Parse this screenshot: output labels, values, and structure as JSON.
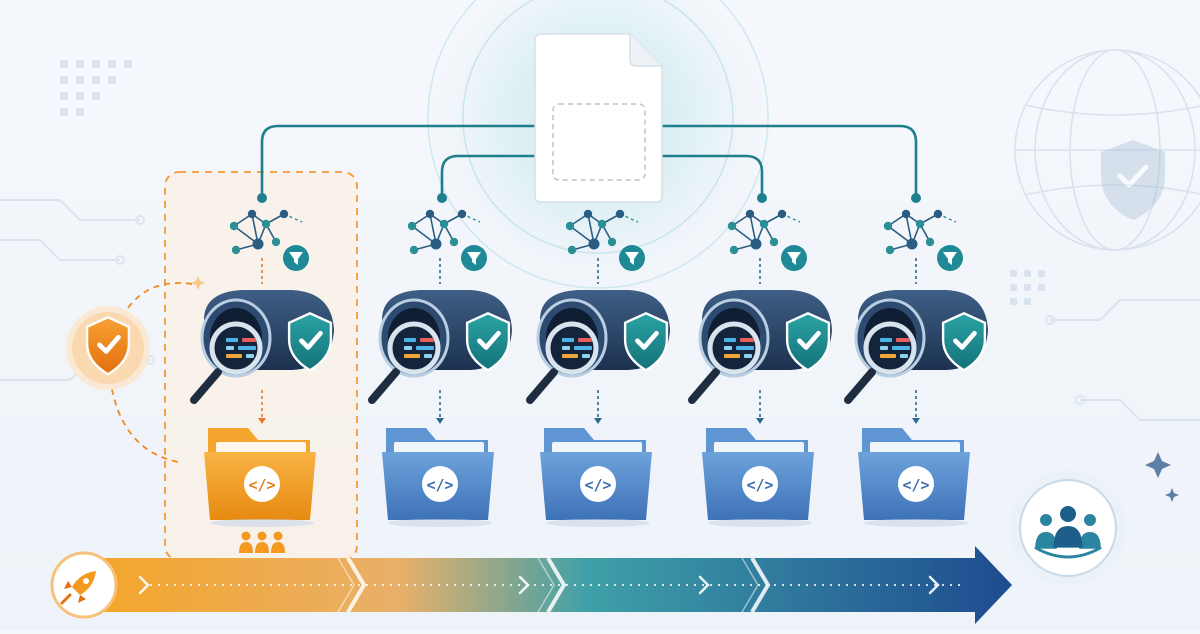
{
  "diagram": {
    "source_document": {
      "icon": "document-icon"
    },
    "pipelines": [
      {
        "id": 1,
        "variant": "highlighted",
        "network_icon": "network-nodes-icon",
        "filter_icon": "filter-icon",
        "scanner_icon": "scanner-magnifier-icon",
        "badge_icon": "shield-check-icon",
        "folder_icon": "code-folder-icon",
        "folder_glyph": "</>",
        "team_icon": "team-icon"
      },
      {
        "id": 2,
        "variant": "normal",
        "network_icon": "network-nodes-icon",
        "filter_icon": "filter-icon",
        "scanner_icon": "scanner-magnifier-icon",
        "badge_icon": "shield-check-icon",
        "folder_icon": "code-folder-icon",
        "folder_glyph": "</>"
      },
      {
        "id": 3,
        "variant": "normal",
        "network_icon": "network-nodes-icon",
        "filter_icon": "filter-icon",
        "scanner_icon": "scanner-magnifier-icon",
        "badge_icon": "shield-check-icon",
        "folder_icon": "code-folder-icon",
        "folder_glyph": "</>"
      },
      {
        "id": 4,
        "variant": "normal",
        "network_icon": "network-nodes-icon",
        "filter_icon": "filter-icon",
        "scanner_icon": "scanner-magnifier-icon",
        "badge_icon": "shield-check-icon",
        "folder_icon": "code-folder-icon",
        "folder_glyph": "</>"
      },
      {
        "id": 5,
        "variant": "normal",
        "network_icon": "network-nodes-icon",
        "filter_icon": "filter-icon",
        "scanner_icon": "scanner-magnifier-icon",
        "badge_icon": "shield-check-icon",
        "folder_icon": "code-folder-icon",
        "folder_glyph": "</>"
      }
    ],
    "progress": {
      "start_icon": "rocket-icon",
      "end_icon": "team-circle-icon",
      "stages": 4
    },
    "side_badge": {
      "icon": "shield-check-icon"
    },
    "background": {
      "globe_icon": "globe-icon",
      "shield_icon": "shield-check-icon",
      "sparkle_icon": "sparkle-icon"
    },
    "colors": {
      "accent_orange": "#f39a1e",
      "teal": "#1f8a95",
      "navy": "#24405f",
      "folder_blue": "#4d84c6",
      "arrow_end": "#1e4b8f"
    }
  }
}
